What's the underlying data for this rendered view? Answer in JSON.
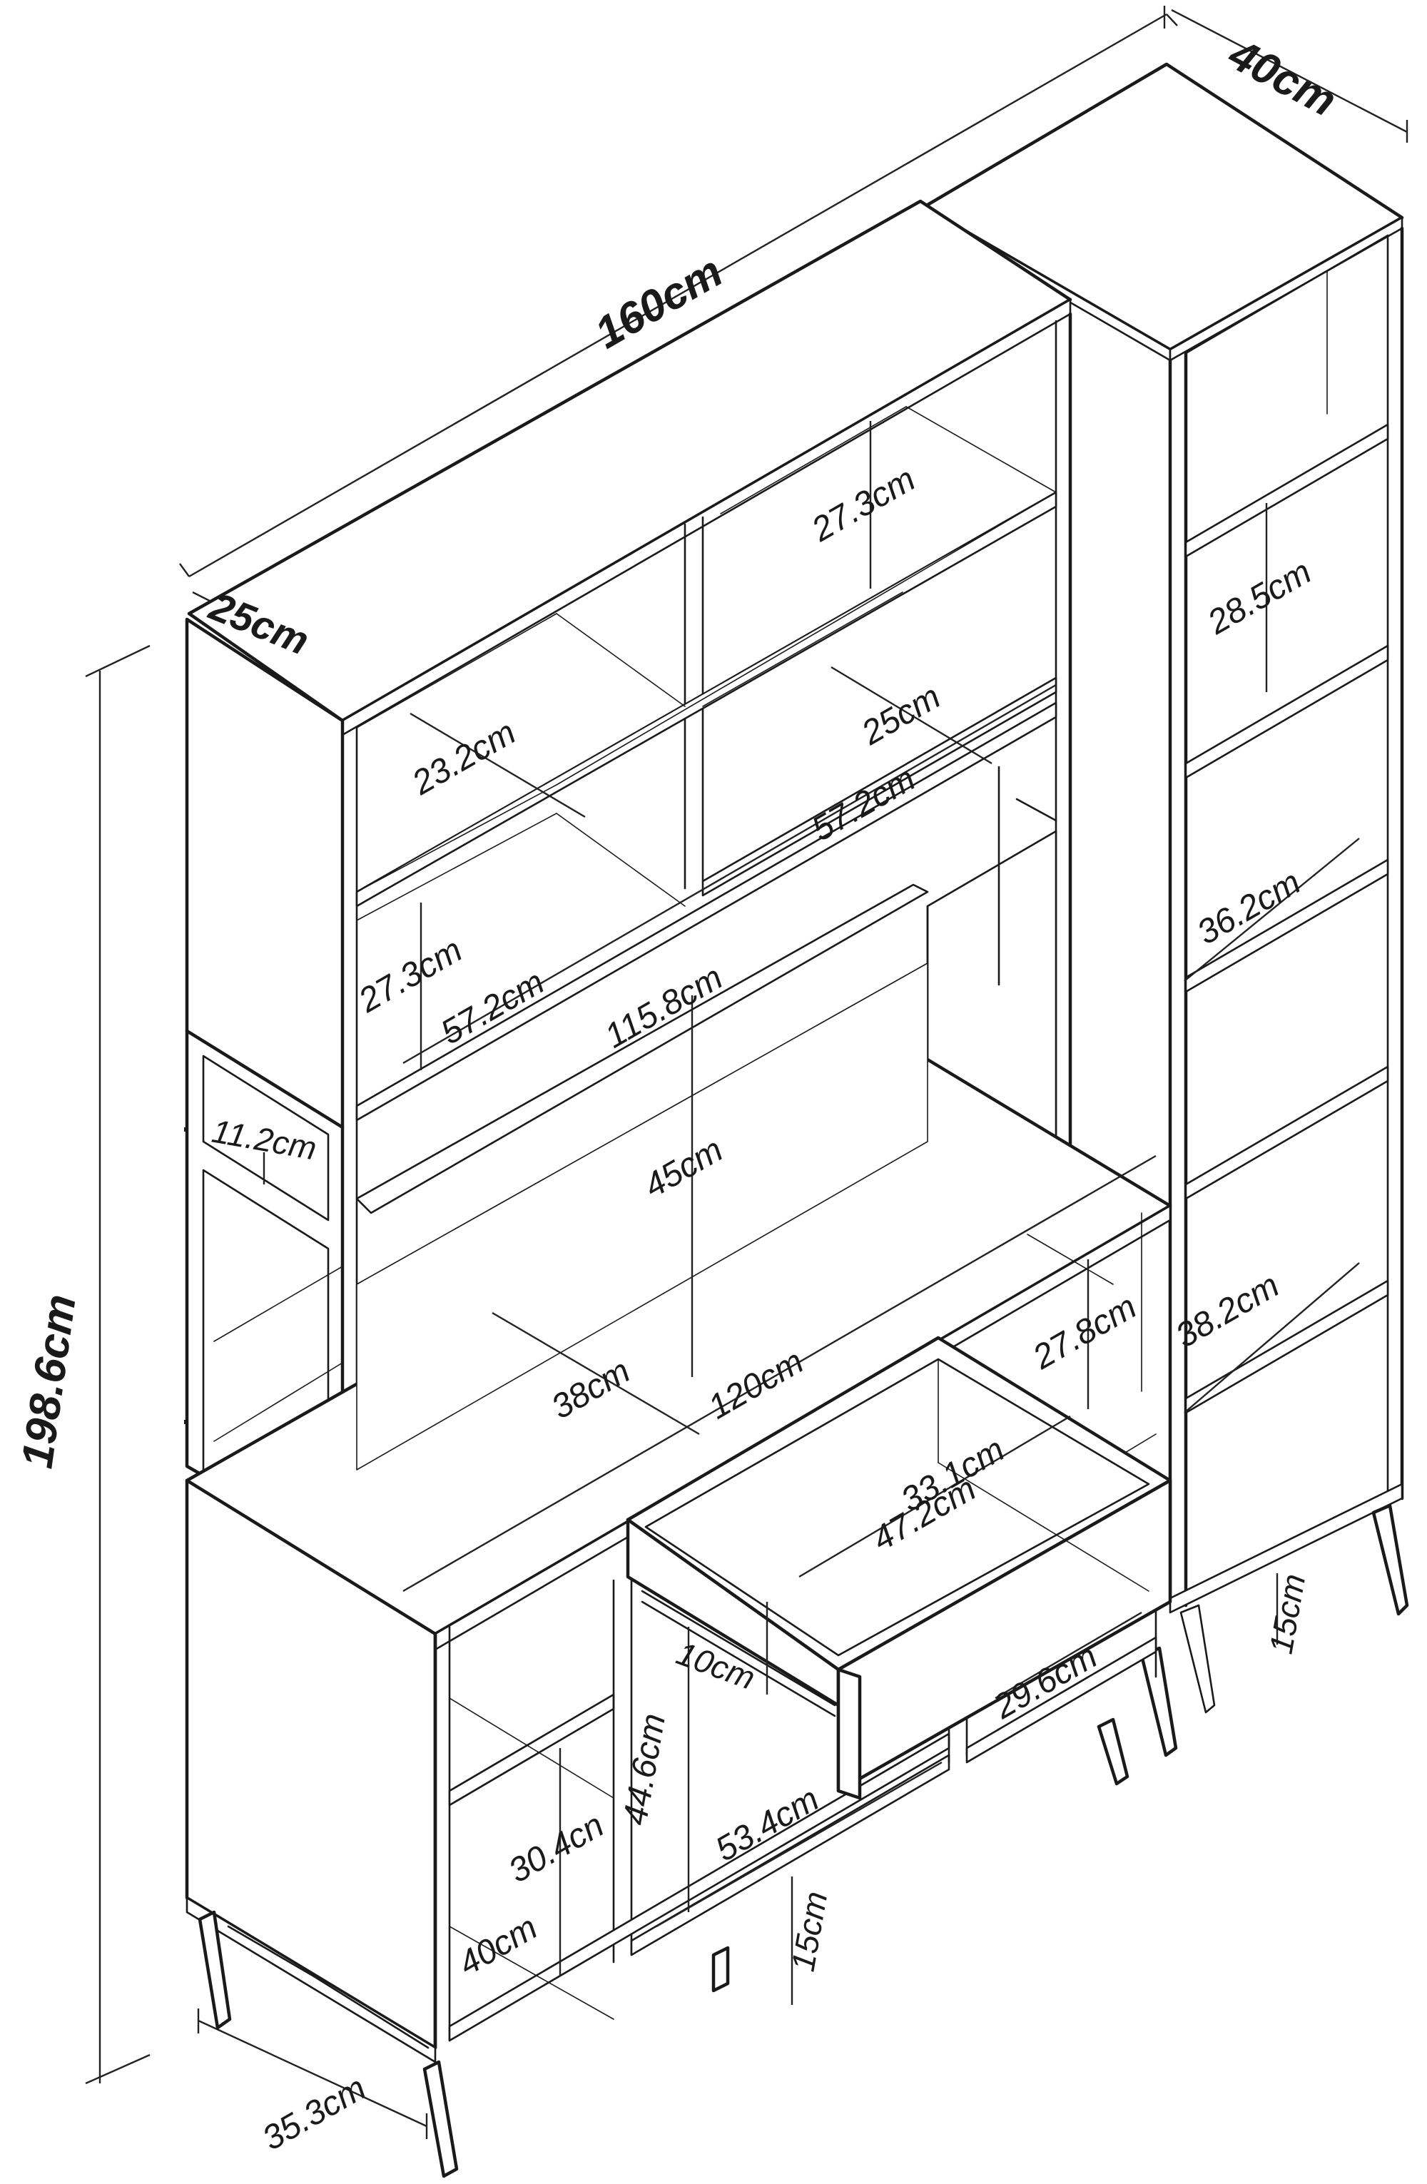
{
  "dimensions": {
    "total_width": "160cm",
    "total_depth": "40cm",
    "upper_depth": "25cm",
    "total_height": "198.6cm",
    "upper_left_shelf_h": "27.3cm",
    "upper_left_shelf_w": "57.2cm",
    "upper_left_depth": "23.2cm",
    "upper_right_shelf_h": "27.3cm",
    "upper_right_shelf_w": "57.2cm",
    "upper_right_depth": "25cm",
    "hutch_width": "115.8cm",
    "small_niche": "11.2cm",
    "desk_clearance": "45cm",
    "desk_depth": "38cm",
    "desk_width": "120cm",
    "tower_shelf_1": "28.5cm",
    "tower_depth": "36.2cm",
    "tower_shelf_2": "38.2cm",
    "drawer_height": "27.8cm",
    "drawer_depth": "33.1cm",
    "drawer_width": "47.2cm",
    "drawer_front": "10cm",
    "drawer_bottom": "29.6cm",
    "leg_right": "15cm",
    "leg_center": "15cm",
    "low_shelf_h": "30.4cn",
    "low_shelf_d": "40cm",
    "center_open_h": "44.6cm",
    "center_open_w": "53.4cm",
    "base_depth": "35.3cm"
  }
}
